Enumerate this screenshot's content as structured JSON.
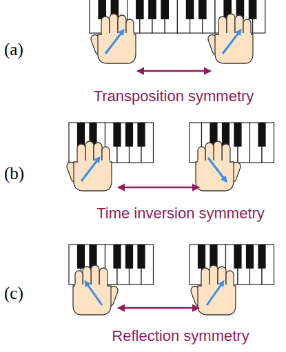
{
  "diagram": {
    "labels": [
      "(a)",
      "Transposition symmetry",
      "(b)",
      "Time inversion symmetry",
      "(c)",
      "Reflection symmetry"
    ]
  }
}
